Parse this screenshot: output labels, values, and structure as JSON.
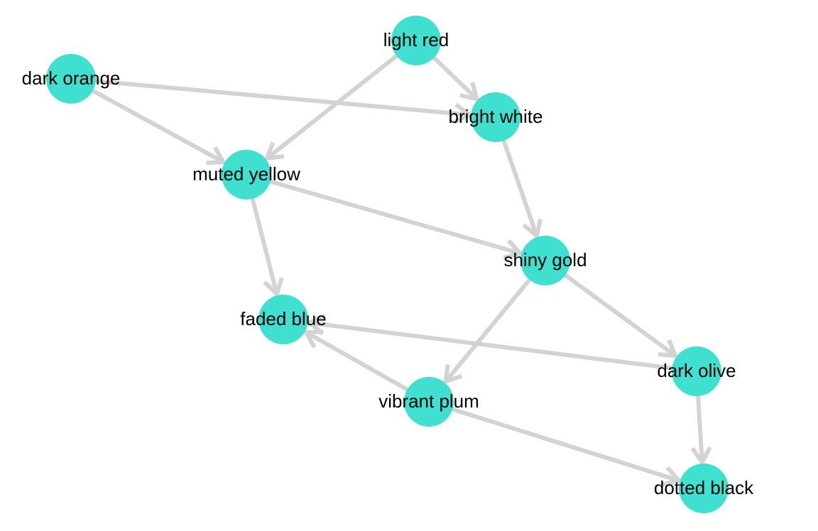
{
  "colors": {
    "node": "#40e0d0",
    "edge": "#d3d3d3",
    "label": "#000000",
    "background": "#ffffff"
  },
  "nodes": [
    {
      "id": "light-red",
      "label": "light red"
    },
    {
      "id": "dark-orange",
      "label": "dark orange"
    },
    {
      "id": "bright-white",
      "label": "bright white"
    },
    {
      "id": "muted-yellow",
      "label": "muted yellow"
    },
    {
      "id": "shiny-gold",
      "label": "shiny gold"
    },
    {
      "id": "faded-blue",
      "label": "faded blue"
    },
    {
      "id": "dark-olive",
      "label": "dark olive"
    },
    {
      "id": "vibrant-plum",
      "label": "vibrant plum"
    },
    {
      "id": "dotted-black",
      "label": "dotted black"
    }
  ],
  "edges": [
    {
      "from": "light-red",
      "to": "bright-white"
    },
    {
      "from": "light-red",
      "to": "muted-yellow"
    },
    {
      "from": "dark-orange",
      "to": "bright-white"
    },
    {
      "from": "dark-orange",
      "to": "muted-yellow"
    },
    {
      "from": "bright-white",
      "to": "shiny-gold"
    },
    {
      "from": "muted-yellow",
      "to": "shiny-gold"
    },
    {
      "from": "muted-yellow",
      "to": "faded-blue"
    },
    {
      "from": "shiny-gold",
      "to": "dark-olive"
    },
    {
      "from": "shiny-gold",
      "to": "vibrant-plum"
    },
    {
      "from": "dark-olive",
      "to": "faded-blue"
    },
    {
      "from": "dark-olive",
      "to": "dotted-black"
    },
    {
      "from": "vibrant-plum",
      "to": "faded-blue"
    },
    {
      "from": "vibrant-plum",
      "to": "dotted-black"
    }
  ]
}
